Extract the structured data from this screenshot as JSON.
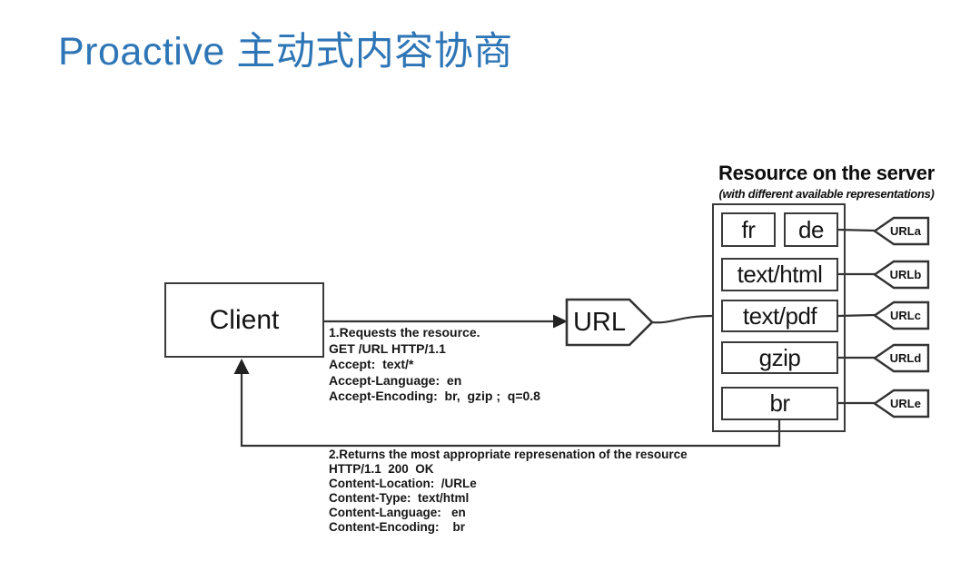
{
  "slide": {
    "title": "Proactive 主动式内容协商",
    "title_color": "#2E75B6",
    "background": "#ffffff"
  },
  "diagram": {
    "line_color": "#333333",
    "client_label": "Client",
    "url_label": "URL",
    "server": {
      "heading": "Resource on the server",
      "subheading": "(with different available representations)",
      "representations": [
        "fr",
        "de",
        "text/html",
        "text/pdf",
        "gzip",
        "br"
      ]
    },
    "url_tags": [
      "URLa",
      "URLb",
      "URLc",
      "URLd",
      "URLe"
    ],
    "request": {
      "lines": [
        "1.Requests the resource.",
        "GET /URL HTTP/1.1",
        "Accept:  text/*",
        "Accept-Language:  en",
        "Accept-Encoding:  br,  gzip ;  q=0.8"
      ]
    },
    "response": {
      "lines": [
        "2.Returns the most appropriate represenation of the resource",
        "HTTP/1.1  200  OK",
        "Content-Location:  /URLe",
        "Content-Type:  text/html",
        "Content-Language:   en",
        "Content-Encoding:    br"
      ]
    }
  }
}
